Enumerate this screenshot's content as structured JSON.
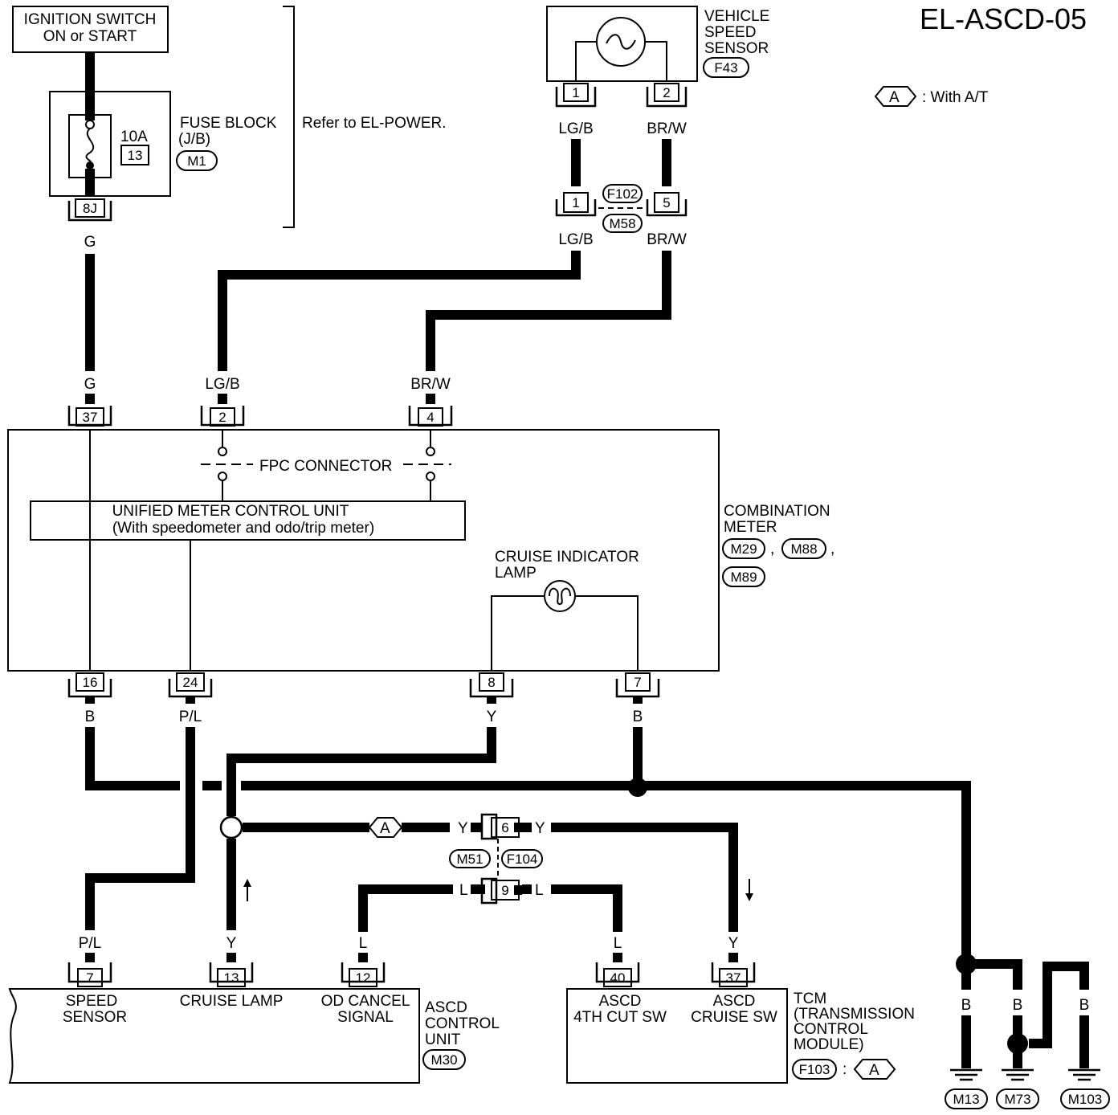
{
  "title": "EL-ASCD-05",
  "legend": {
    "tag": "A",
    "text": ": With A/T"
  },
  "ignition": {
    "line1": "IGNITION SWITCH",
    "line2": "ON or START"
  },
  "fuse_block": {
    "amps": "10A",
    "fuse_no": "13",
    "pin": "8J",
    "line1": "FUSE BLOCK",
    "line2": "(J/B)",
    "conn": "M1",
    "refer": "Refer to EL-POWER."
  },
  "vss": {
    "line1": "VEHICLE",
    "line2": "SPEED",
    "line3": "SENSOR",
    "conn": "F43",
    "pin1": "1",
    "pin2": "2"
  },
  "joint": {
    "pin1": "1",
    "pin5": "5",
    "conn_top": "F102",
    "conn_bottom": "M58"
  },
  "wire_colors": {
    "lgb": "LG/B",
    "brw": "BR/W",
    "g": "G",
    "b": "B",
    "pl": "P/L",
    "y": "Y",
    "l": "L"
  },
  "meter": {
    "pin_37": "37",
    "pin_2": "2",
    "pin_4": "4",
    "pin_16": "16",
    "pin_24": "24",
    "pin_8": "8",
    "pin_7": "7",
    "fpc": "FPC CONNECTOR",
    "umcu1": "UNIFIED METER CONTROL UNIT",
    "umcu2": "(With speedometer and odo/trip meter)",
    "lamp1": "CRUISE INDICATOR",
    "lamp2": "LAMP",
    "name1": "COMBINATION",
    "name2": "METER",
    "conn1": "M29",
    "conn2": "M88",
    "conn3": "M89",
    "sep": ","
  },
  "inline": {
    "pin6": "6",
    "pin9": "9",
    "conn_left": "M51",
    "conn_right": "F104",
    "tag": "A"
  },
  "ascd": {
    "pin7": "7",
    "pin13": "13",
    "pin12": "12",
    "speed1": "SPEED",
    "speed2": "SENSOR",
    "cruise_lamp": "CRUISE LAMP",
    "od1": "OD CANCEL",
    "od2": "SIGNAL",
    "name1": "ASCD",
    "name2": "CONTROL",
    "name3": "UNIT",
    "conn": "M30"
  },
  "tcm": {
    "pin40": "40",
    "pin37": "37",
    "sw1a": "ASCD",
    "sw1b": "4TH CUT SW",
    "sw2a": "ASCD",
    "sw2b": "CRUISE SW",
    "name1": "TCM",
    "name2": "(TRANSMISSION",
    "name3": "CONTROL",
    "name4": "MODULE)",
    "conn": "F103",
    "colon": ":",
    "tag": "A"
  },
  "grounds": {
    "g1": "M13",
    "g2": "M73",
    "g3": "M103"
  }
}
